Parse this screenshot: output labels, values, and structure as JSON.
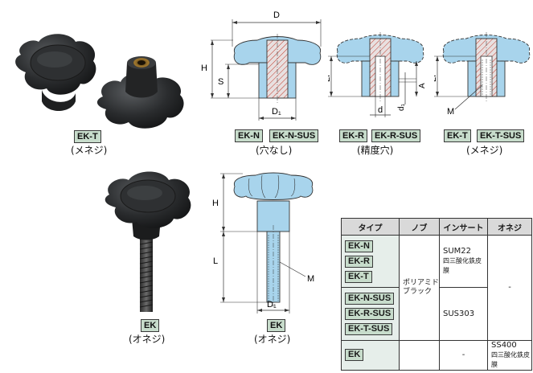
{
  "products": {
    "ekt_photo": {
      "label": "EK-T",
      "caption": "(メネジ)"
    },
    "ekn": {
      "labels": [
        "EK-N",
        "EK-N-SUS"
      ],
      "caption": "(穴なし)"
    },
    "ekr": {
      "labels": [
        "EK-R",
        "EK-R-SUS"
      ],
      "caption": "(精度穴)"
    },
    "ekt": {
      "labels": [
        "EK-T",
        "EK-T-SUS"
      ],
      "caption": "(メネジ)"
    },
    "ek_photo": {
      "label": "EK",
      "caption": "(オネジ)"
    },
    "ek_drawing": {
      "label": "EK",
      "caption": "(オネジ)"
    }
  },
  "dimensions": {
    "D": "D",
    "H": "H",
    "S": "S",
    "D1": "D₁",
    "Lf": "Lf",
    "d": "d",
    "d1": "d₁",
    "A": "A",
    "M": "M",
    "L": "L"
  },
  "spec_table": {
    "headers": [
      "タイプ",
      "ノブ",
      "インサート",
      "オネジ"
    ],
    "types": [
      "EK-N",
      "EK-R",
      "EK-T",
      "EK-N-SUS",
      "EK-R-SUS",
      "EK-T-SUS",
      "EK"
    ],
    "knob_material": [
      "ポリアミド",
      "ブラック"
    ],
    "insert_upper": [
      "SUM22",
      "四三酸化鉄皮膜"
    ],
    "insert_lower": "SUS303",
    "insert_ek": "-",
    "male_thread_upper": "-",
    "male_thread_ek": [
      "SS400",
      "四三酸化鉄皮膜"
    ]
  }
}
